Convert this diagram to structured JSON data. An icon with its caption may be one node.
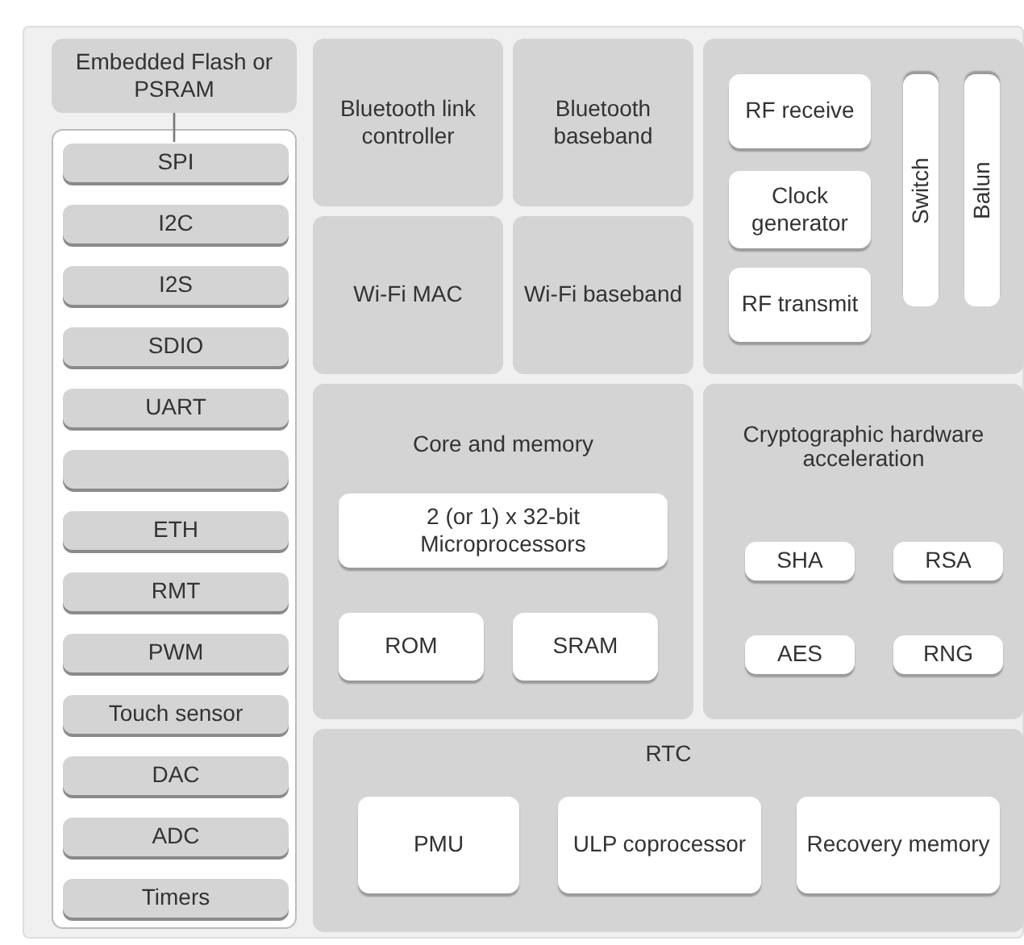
{
  "diagram": {
    "nodes": [
      {
        "text": [
          "Embedded Flash or PSRAM"
        ]
      },
      {
        "text": [],
        "shape": "box"
      },
      {
        "text": [
          "SPI"
        ],
        "in": 1
      },
      {
        "text": [
          "I2C"
        ],
        "in": 1
      },
      {
        "text": [
          "I2S"
        ],
        "in": 1
      },
      {
        "text": [
          "SDIO"
        ],
        "in": 1
      },
      {
        "text": [
          "UART"
        ],
        "in": 1
      },
      {
        "text": [],
        "shape": "box",
        "in": 1
      },
      {
        "text": [
          "ETH"
        ],
        "in": 1
      },
      {
        "text": [
          "RMT"
        ],
        "in": 1
      },
      {
        "text": [
          "PWM"
        ],
        "in": 1
      },
      {
        "text": [
          "Touch sensor"
        ],
        "in": 1
      },
      {
        "text": [
          "DAC"
        ],
        "in": 1
      },
      {
        "text": [
          "ADC"
        ],
        "in": 1
      },
      {
        "text": [
          "Timers"
        ],
        "in": 1
      },
      {
        "text": [
          "Bluetooth link controller"
        ]
      },
      {
        "text": [
          "Bluetooth baseband"
        ]
      },
      {
        "text": [],
        "shape": "box"
      },
      {
        "text": [
          "RF receive"
        ],
        "in": 17
      },
      {
        "text": [
          "Clock generator"
        ],
        "in": 17
      },
      {
        "text": [
          "RF transmit"
        ],
        "in": 17
      },
      {
        "text": [
          "Switch"
        ],
        "in": 17
      },
      {
        "text": [
          "Balun"
        ],
        "in": 17
      },
      {
        "text": [
          "Wi-Fi MAC"
        ]
      },
      {
        "text": [
          "Wi-Fi baseband"
        ]
      },
      {
        "text": [
          "Core and memory"
        ]
      },
      {
        "text": [
          "2 (or 1) x 32-bit Microprocessors"
        ],
        "in": 25
      },
      {
        "text": [
          "ROM"
        ],
        "in": 25
      },
      {
        "text": [
          "SRAM"
        ],
        "in": 25
      },
      {
        "text": [
          "Cryptographic hardware acceleration"
        ]
      },
      {
        "text": [
          "SHA"
        ],
        "in": 29
      },
      {
        "text": [
          "RSA"
        ],
        "in": 29
      },
      {
        "text": [
          "AES"
        ],
        "in": 29
      },
      {
        "text": [
          "RNG"
        ],
        "in": 29
      },
      {
        "text": [
          "RTC"
        ]
      },
      {
        "text": [
          "PMU"
        ],
        "in": 34
      },
      {
        "text": [
          "ULP coprocessor"
        ],
        "in": 34
      },
      {
        "text": [
          "Recovery memory"
        ],
        "in": 34
      }
    ],
    "edges": [
      {
        "from": 0,
        "to": 2,
        "arrow": "none"
      }
    ]
  }
}
